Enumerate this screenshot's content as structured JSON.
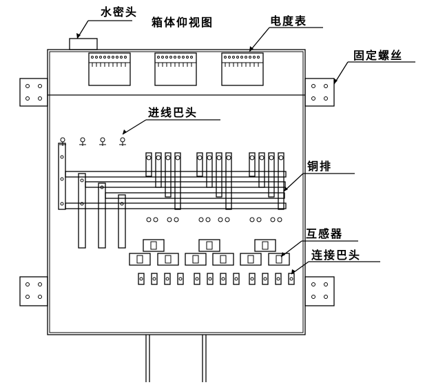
{
  "labels": {
    "waterproof_head": "水密头",
    "bottom_view": "箱体仰视图",
    "meter": "电度表",
    "fixing_screw": "固定螺丝",
    "incoming_terminal": "进线巴头",
    "copper_bar": "铜排",
    "transformer": "互感器",
    "connecting_terminal": "连接巴头"
  }
}
